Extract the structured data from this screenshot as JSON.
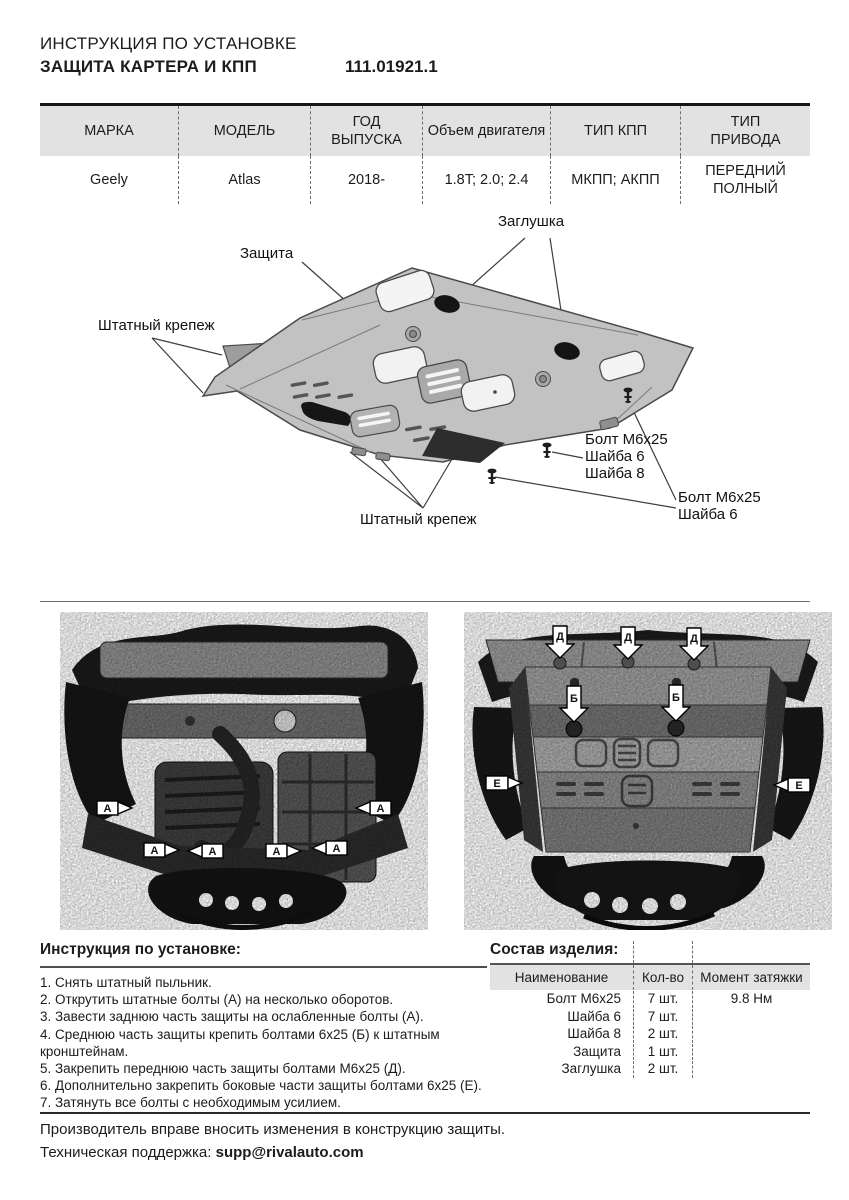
{
  "header": {
    "subtitle": "ИНСТРУКЦИЯ ПО УСТАНОВКЕ",
    "title": "ЗАЩИТА КАРТЕРА И КПП",
    "part_number": "111.01921.1"
  },
  "vehicle_table": {
    "headers": [
      "МАРКА",
      "МОДЕЛЬ",
      "ГОД\nВЫПУСКА",
      "Объем двигателя",
      "ТИП КПП",
      "ТИП\nПРИВОДА"
    ],
    "row": [
      "Geely",
      "Atlas",
      "2018-",
      "1.8T; 2.0; 2.4",
      "МКПП; АКПП",
      "ПЕРЕДНИЙ\nПОЛНЫЙ"
    ]
  },
  "diagram": {
    "labels": {
      "plug": "Заглушка",
      "shield": "Защита",
      "factory_mount_left": "Штатный крепеж",
      "bolt_washer_set": "Болт М6х25\nШайба 6\nШайба 8",
      "bolt_washer": "Болт М6х25\nШайба 6",
      "factory_mount_bottom": "Штатный крепеж"
    }
  },
  "photos": {
    "left": {
      "markers": [
        "А",
        "А",
        "А",
        "А",
        "А",
        "А"
      ]
    },
    "right": {
      "markers": [
        "Д",
        "Д",
        "Д",
        "Б",
        "Б",
        "Е",
        "Е"
      ]
    }
  },
  "instructions": {
    "title": "Инструкция по установке:",
    "steps": [
      "1. Снять штатный пыльник.",
      "2. Открутить штатные болты (А) на несколько оборотов.",
      "3.  Завести заднюю часть защиты на ослабленные болты (А).",
      "4. Среднюю часть защиты крепить болтами 6х25 (Б) к штатным кронштейнам.",
      "5. Закрепить переднюю часть защиты болтами М6х25 (Д).",
      "6. Дополнительно закрепить боковые части защиты болтами 6х25 (Е).",
      "7. Затянуть все болты с необходимым усилием."
    ]
  },
  "parts": {
    "title": "Состав изделия:",
    "headers": [
      "Наименование",
      "Кол-во",
      "Момент затяжки"
    ],
    "rows": [
      [
        "Болт М6х25",
        "7 шт."
      ],
      [
        "Шайба 6",
        "7 шт."
      ],
      [
        "Шайба 8",
        "2 шт."
      ],
      [
        "Защита",
        "1 шт."
      ],
      [
        "Заглушка",
        "2 шт."
      ]
    ],
    "torque": "9.8 Нм"
  },
  "footer": {
    "line1": "Производитель вправе вносить изменения в конструкцию защиты.",
    "line2_label": "Техническая поддержка: ",
    "line2_email": "supp@rivalauto.com"
  },
  "colors": {
    "table_header_bg": "#e2e2e2",
    "text": "#1c1c1c",
    "plate_gray": "#c2c2c2",
    "line_gray": "#6d6d6d"
  }
}
